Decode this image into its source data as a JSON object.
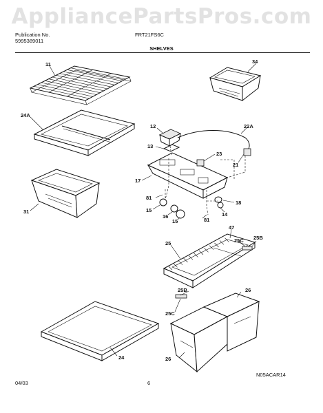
{
  "watermark": "AppliancePartsPros.com",
  "header": {
    "publication_label": "Publication No.",
    "publication_number": "5995389011",
    "model": "FRT21FS6C",
    "section_title": "SHELVES"
  },
  "callouts": {
    "c11": "11",
    "c34": "34",
    "c24a": "24A",
    "c12": "12",
    "c22a": "22A",
    "c13": "13",
    "c23": "23",
    "c21": "21",
    "c17": "17",
    "c31": "31",
    "c81a": "81",
    "c15a": "15",
    "c16": "16",
    "c15b": "15",
    "c81b": "81",
    "c18": "18",
    "c14": "14",
    "c47": "47",
    "c25": "25",
    "c25ca": "25C",
    "c25ba": "25B",
    "c25bb": "25B",
    "c26a": "26",
    "c25cb": "25C",
    "c24": "24",
    "c26b": "26"
  },
  "footer": {
    "date": "04/03",
    "page": "6",
    "drawing_code": "N05ACAR14"
  }
}
